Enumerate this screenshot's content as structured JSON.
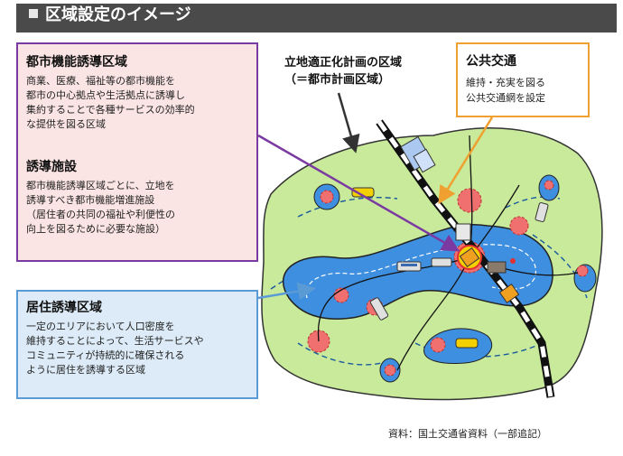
{
  "header": {
    "title": "区域設定のイメージ"
  },
  "urban_function": {
    "title": "都市機能誘導区域",
    "lines": [
      "商業、医療、福祉等の都市機能を",
      "都市の中心拠点や生活拠点に誘導し",
      "集約することで各種サービスの効率的",
      "な提供を図る区域"
    ],
    "facility_title": "誘導施設",
    "facility_lines": [
      "都市機能誘導区域ごとに、立地を",
      "誘導すべき都市機能増進施設",
      "（居住者の共同の福祉や利便性の",
      "向上を図るために必要な施設）"
    ]
  },
  "residential": {
    "title": "居住誘導区域",
    "lines": [
      "一定のエリアにおいて人口密度を",
      "維持することによって、生活サービスや",
      "コミュニティが持続的に確保される",
      "ように居住を誘導する区域"
    ]
  },
  "plan_area": {
    "lines": [
      "立地適正化計画の区域",
      "（＝都市計画区域）"
    ]
  },
  "transit": {
    "title": "公共交通",
    "lines": [
      "維持・充実を図る",
      "公共交通網を設定"
    ]
  },
  "source": "資料：国土交通省資料（一部追記）",
  "colors": {
    "plan_area": "#c8ea9a",
    "residential": "#3f8fe0",
    "urban_function": "#f07070",
    "purple_arrow": "#7b3aa1",
    "orange_arrow": "#f0a030"
  },
  "icons": [
    "bus-icon",
    "taxi-icon",
    "truck-icon",
    "railway-icon",
    "building-icon",
    "bus-stop-icon"
  ]
}
